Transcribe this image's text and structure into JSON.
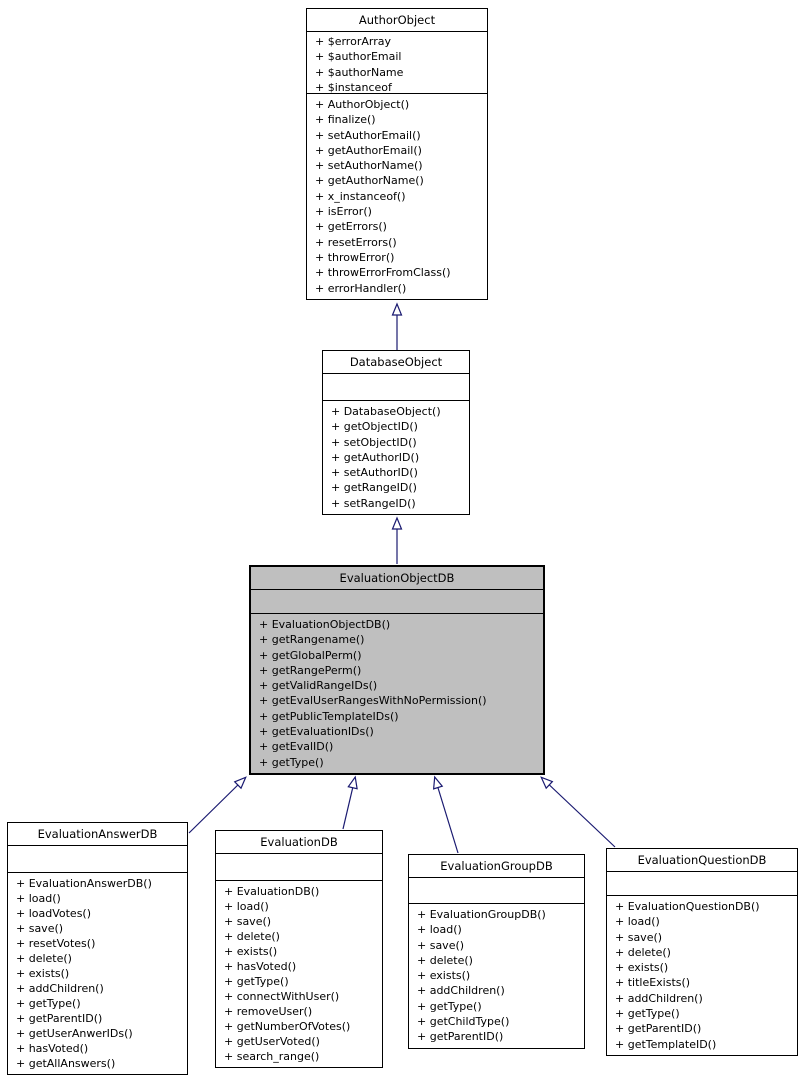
{
  "colors": {
    "arrow": "#191970",
    "highlight_fill": "#bfbfbf",
    "box_fill": "#ffffff",
    "border": "#000000"
  },
  "classes": [
    {
      "name": "AuthorObject",
      "highlighted": false,
      "attributes": [
        "+ $errorArray",
        "+ $authorEmail",
        "+ $authorName",
        "+ $instanceof"
      ],
      "methods": [
        "+ AuthorObject()",
        "+ finalize()",
        "+ setAuthorEmail()",
        "+ getAuthorEmail()",
        "+ setAuthorName()",
        "+ getAuthorName()",
        "+ x_instanceof()",
        "+ isError()",
        "+ getErrors()",
        "+ resetErrors()",
        "+ throwError()",
        "+ throwErrorFromClass()",
        "+ errorHandler()"
      ]
    },
    {
      "name": "DatabaseObject",
      "highlighted": false,
      "attributes": [],
      "methods": [
        "+ DatabaseObject()",
        "+ getObjectID()",
        "+ setObjectID()",
        "+ getAuthorID()",
        "+ setAuthorID()",
        "+ getRangeID()",
        "+ setRangeID()"
      ]
    },
    {
      "name": "EvaluationObjectDB",
      "highlighted": true,
      "attributes": [],
      "methods": [
        "+ EvaluationObjectDB()",
        "+ getRangename()",
        "+ getGlobalPerm()",
        "+ getRangePerm()",
        "+ getValidRangeIDs()",
        "+ getEvalUserRangesWithNoPermission()",
        "+ getPublicTemplateIDs()",
        "+ getEvaluationIDs()",
        "+ getEvalID()",
        "+ getType()"
      ]
    },
    {
      "name": "EvaluationAnswerDB",
      "highlighted": false,
      "attributes": [],
      "methods": [
        "+ EvaluationAnswerDB()",
        "+ load()",
        "+ loadVotes()",
        "+ save()",
        "+ resetVotes()",
        "+ delete()",
        "+ exists()",
        "+ addChildren()",
        "+ getType()",
        "+ getParentID()",
        "+ getUserAnwerIDs()",
        "+ hasVoted()",
        "+ getAllAnswers()"
      ]
    },
    {
      "name": "EvaluationDB",
      "highlighted": false,
      "attributes": [],
      "methods": [
        "+ EvaluationDB()",
        "+ load()",
        "+ save()",
        "+ delete()",
        "+ exists()",
        "+ hasVoted()",
        "+ getType()",
        "+ connectWithUser()",
        "+ removeUser()",
        "+ getNumberOfVotes()",
        "+ getUserVoted()",
        "+ search_range()"
      ]
    },
    {
      "name": "EvaluationGroupDB",
      "highlighted": false,
      "attributes": [],
      "methods": [
        "+ EvaluationGroupDB()",
        "+ load()",
        "+ save()",
        "+ delete()",
        "+ exists()",
        "+ addChildren()",
        "+ getType()",
        "+ getChildType()",
        "+ getParentID()"
      ]
    },
    {
      "name": "EvaluationQuestionDB",
      "highlighted": false,
      "attributes": [],
      "methods": [
        "+ EvaluationQuestionDB()",
        "+ load()",
        "+ save()",
        "+ delete()",
        "+ exists()",
        "+ titleExists()",
        "+ addChildren()",
        "+ getType()",
        "+ getParentID()",
        "+ getTemplateID()"
      ]
    }
  ],
  "inheritance": [
    {
      "child": "DatabaseObject",
      "parent": "AuthorObject"
    },
    {
      "child": "EvaluationObjectDB",
      "parent": "DatabaseObject"
    },
    {
      "child": "EvaluationAnswerDB",
      "parent": "EvaluationObjectDB"
    },
    {
      "child": "EvaluationDB",
      "parent": "EvaluationObjectDB"
    },
    {
      "child": "EvaluationGroupDB",
      "parent": "EvaluationObjectDB"
    },
    {
      "child": "EvaluationQuestionDB",
      "parent": "EvaluationObjectDB"
    }
  ]
}
